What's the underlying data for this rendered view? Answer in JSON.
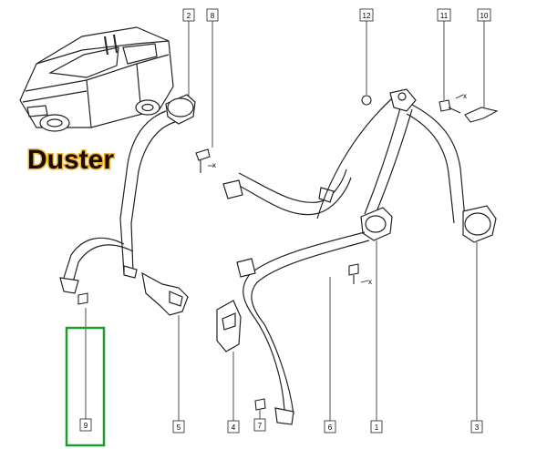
{
  "brand": {
    "label": "Duster"
  },
  "callouts": [
    {
      "id": "c2",
      "label": "2"
    },
    {
      "id": "c8",
      "label": "8"
    },
    {
      "id": "c12",
      "label": "12"
    },
    {
      "id": "c11",
      "label": "11"
    },
    {
      "id": "c10",
      "label": "10"
    },
    {
      "id": "c9",
      "label": "9"
    },
    {
      "id": "c5",
      "label": "5"
    },
    {
      "id": "c4",
      "label": "4"
    },
    {
      "id": "c7",
      "label": "7"
    },
    {
      "id": "c6",
      "label": "6"
    },
    {
      "id": "c1",
      "label": "1"
    },
    {
      "id": "c3",
      "label": "3"
    }
  ],
  "highlight": {
    "part": "9",
    "color": "#1e9c2d"
  },
  "axis_marks": {
    "x": "x"
  }
}
